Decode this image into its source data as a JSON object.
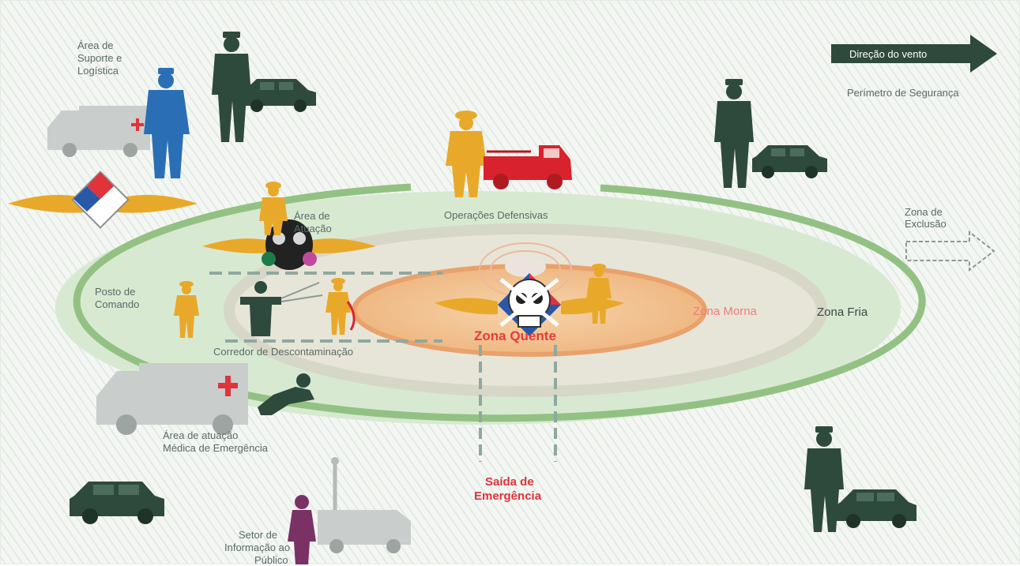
{
  "labels": {
    "wind_direction": "Direção do vento",
    "security_perimeter": "Perímetro de Segurança",
    "support_area": [
      "Área de",
      "Suporte e",
      "Logística"
    ],
    "defensive_operations": "Operações Defensivas",
    "exclusion_zone": [
      "Zona de",
      "Exclusão"
    ],
    "action_area": [
      "Área de",
      "Atuação"
    ],
    "command_post": [
      "Posto de",
      "Comando"
    ],
    "decontamination_corridor": "Corredor de Descontaminação",
    "hot_zone": "Zona Quente",
    "warm_zone": "Zona Morna",
    "cold_zone": "Zona Fria",
    "medical_area": [
      "Área de atuação",
      "Médica de Emergência"
    ],
    "emergency_exit": [
      "Saída de",
      "Emergência"
    ],
    "public_info": [
      "Setor de",
      "Informação ao",
      "Público"
    ]
  },
  "colors": {
    "cold_zone": "#d9ead5",
    "cold_ring": "#8dbc7e",
    "warm_zone": "#e4e3d6",
    "hot_zone": "#f3c596",
    "hot_ring": "#e8a066",
    "police": "#2e4a3c",
    "firefighter": "#e8a92a",
    "fire_truck": "#d8232e",
    "medic": "#2a6fb5",
    "public_info_person": "#7a3164",
    "wind_arrow": "#2f4a3c",
    "hazard_red": "#e0333a"
  },
  "icons": [
    "police-officer-icon",
    "police-car-icon",
    "ambulance-icon",
    "firefighter-icon",
    "fire-truck-icon",
    "skull-hazard-icon",
    "gas-mask-icon",
    "hazmat-diamond-icon",
    "victim-icon",
    "antenna-icon"
  ]
}
